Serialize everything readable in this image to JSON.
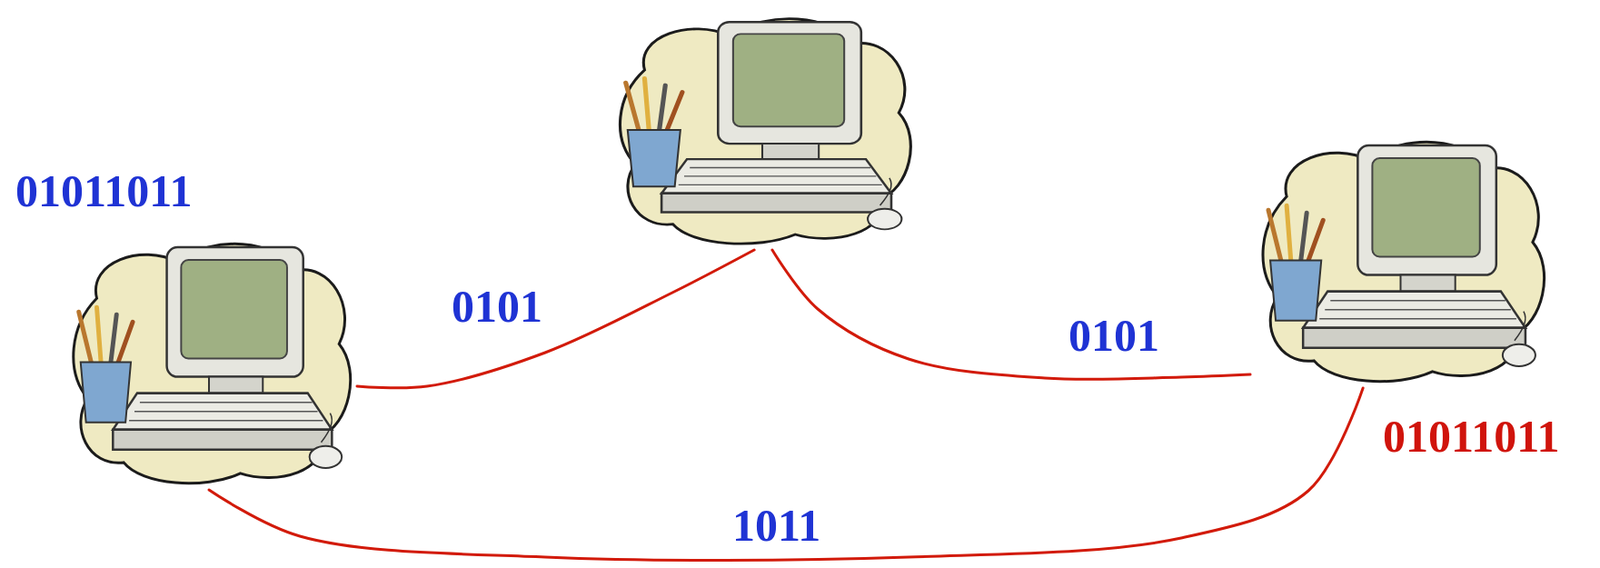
{
  "diagram": {
    "nodes": [
      {
        "text": [
          "01011011"
        ]
      },
      {
        "text": []
      },
      {
        "text": [
          "01011011"
        ]
      }
    ],
    "edges": [
      {
        "from": 0,
        "to": 1,
        "arrow": "none",
        "label": "0101"
      },
      {
        "from": 1,
        "to": 2,
        "arrow": "none",
        "label": "0101"
      },
      {
        "from": 0,
        "to": 2,
        "arrow": "none",
        "label": "1011"
      }
    ]
  }
}
